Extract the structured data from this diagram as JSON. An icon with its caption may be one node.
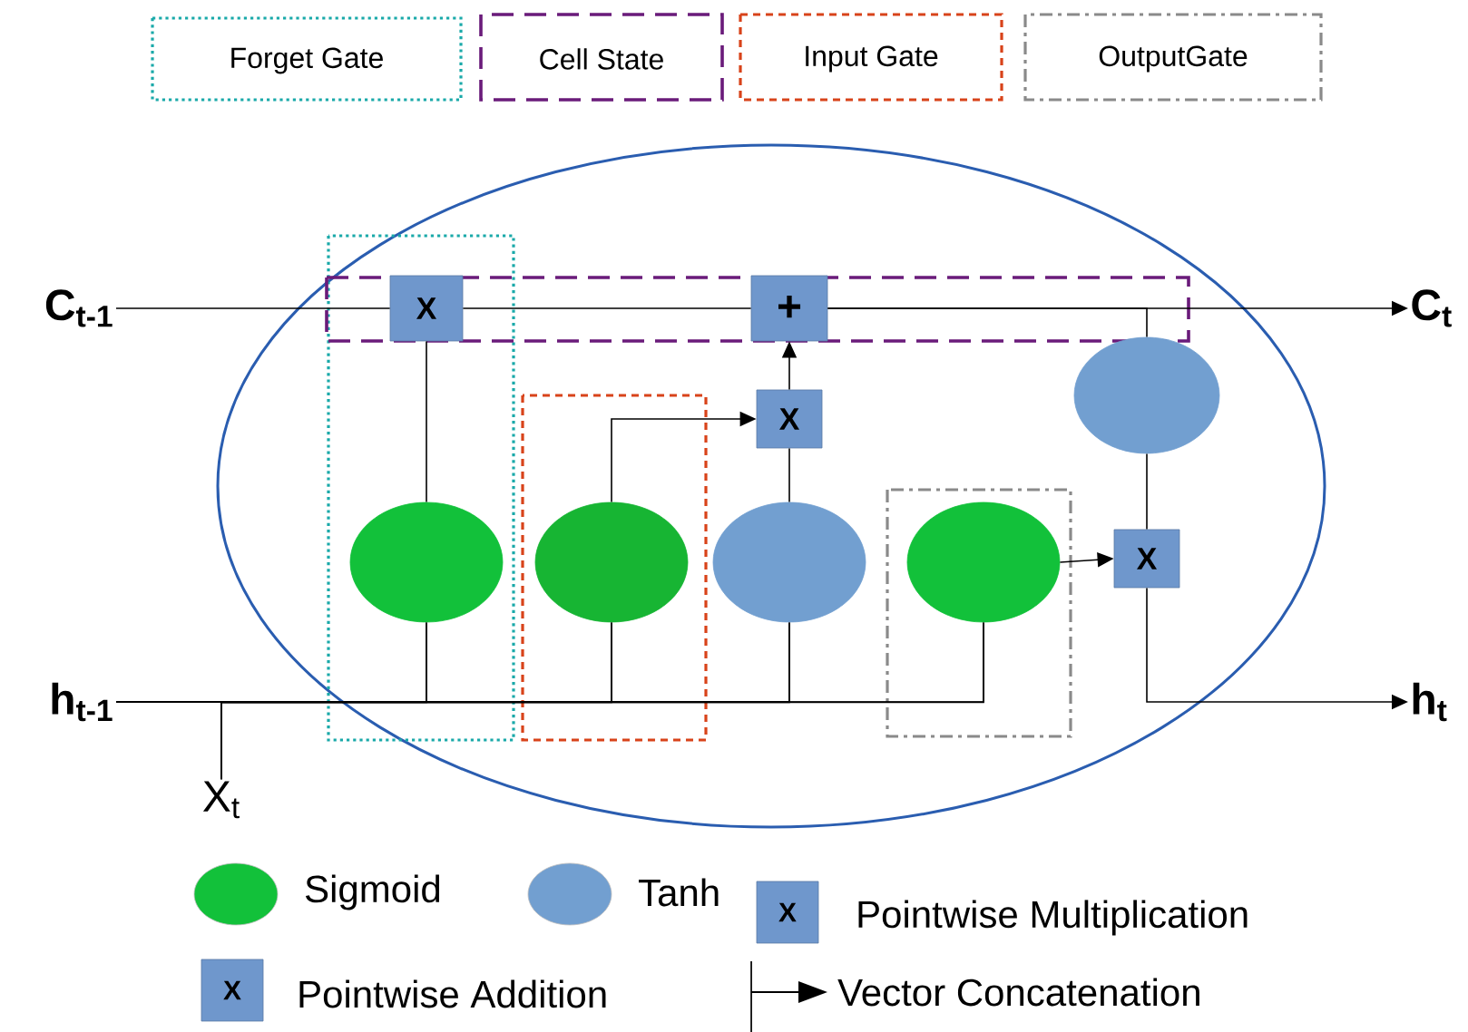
{
  "diagram": {
    "nodes": [
      {
        "text": [
          "C$_{t-1}$"
        ]
      },
      {
        "text": [
          "C$_{t}$"
        ]
      },
      {
        "text": [
          "h$_{t-1}$"
        ]
      },
      {
        "text": [
          "h$_{t}$"
        ]
      },
      {
        "text": [
          "X$_{t}$"
        ]
      },
      {
        "text": [],
        "shape": "circle"
      },
      {
        "text": [],
        "shape": "circle",
        "in": 5
      },
      {
        "text": [],
        "shape": "circle",
        "in": 5
      },
      {
        "text": [],
        "shape": "circle",
        "in": 5
      },
      {
        "text": [],
        "shape": "circle",
        "in": 5
      },
      {
        "text": [],
        "shape": "circle",
        "in": 5
      },
      {
        "text": [
          "X"
        ],
        "in": 5
      },
      {
        "text": [
          "+"
        ],
        "in": 5
      },
      {
        "text": [
          "X"
        ],
        "in": 5
      },
      {
        "text": [
          "X"
        ],
        "in": 5
      }
    ],
    "edges": [
      {
        "from": 0,
        "to": 11,
        "arrow": "none"
      },
      {
        "from": 11,
        "to": 12,
        "arrow": "none"
      },
      {
        "from": 12,
        "to": 1,
        "arrow": "to"
      },
      {
        "from": 12,
        "to": 10,
        "arrow": "none"
      },
      {
        "from": 2,
        "to": 6,
        "arrow": "none"
      },
      {
        "from": 2,
        "to": 7,
        "arrow": "none"
      },
      {
        "from": 2,
        "to": 8,
        "arrow": "none"
      },
      {
        "from": 2,
        "to": 9,
        "arrow": "none"
      },
      {
        "from": 4,
        "to": 6,
        "arrow": "none"
      },
      {
        "from": 4,
        "to": 7,
        "arrow": "none"
      },
      {
        "from": 4,
        "to": 8,
        "arrow": "none"
      },
      {
        "from": 4,
        "to": 9,
        "arrow": "none"
      },
      {
        "from": 6,
        "to": 11,
        "arrow": "none"
      },
      {
        "from": 7,
        "to": 13,
        "arrow": "to"
      },
      {
        "from": 8,
        "to": 13,
        "arrow": "none"
      },
      {
        "from": 13,
        "to": 12,
        "arrow": "to"
      },
      {
        "from": 9,
        "to": 14,
        "arrow": "to"
      },
      {
        "from": 10,
        "to": 14,
        "arrow": "none"
      },
      {
        "from": 14,
        "to": 3,
        "arrow": "to"
      }
    ],
    "labels": [
      "X",
      "X"
    ],
    "legend": [
      {
        "text": "Forget Gate"
      },
      {
        "text": "Cell State"
      },
      {
        "text": "Input Gate"
      },
      {
        "text": "OutputGate"
      },
      {
        "text": "Sigmoid",
        "color": "#12c13a"
      },
      {
        "text": "Tanh",
        "color": "#729fd0"
      },
      {
        "text": "Pointwise Multiplication"
      },
      {
        "text": "Pointwise Addition"
      },
      {
        "text": "Vector Concatenation"
      }
    ]
  }
}
